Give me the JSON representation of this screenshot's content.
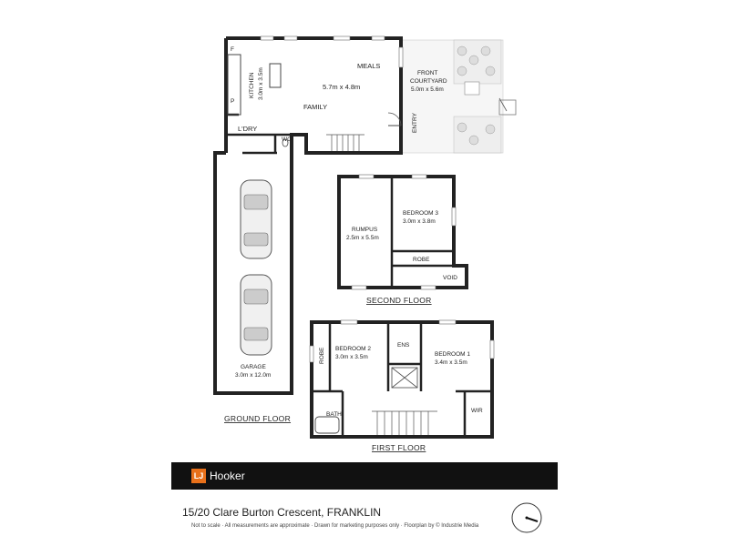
{
  "rooms": {
    "kitchen": {
      "name": "KITCHEN",
      "size": "3.0m x 3.5m"
    },
    "family_meals": {
      "meals": "MEALS",
      "size": "5.7m x 4.8m",
      "family": "FAMILY"
    },
    "front_courtyard": {
      "name_line1": "FRONT",
      "name_line2": "COURTYARD",
      "size": "5.0m x 5.6m"
    },
    "entry": "ENTRY",
    "laundry": "L'DRY",
    "wc": "WC",
    "fridge": "F",
    "pantry": "P",
    "garage": {
      "name": "GARAGE",
      "size": "3.0m x 12.0m"
    },
    "rumpus": {
      "name": "RUMPUS",
      "size": "2.5m x 5.5m"
    },
    "bedroom3": {
      "name": "BEDROOM 3",
      "size": "3.0m x 3.8m"
    },
    "robe_second": "ROBE",
    "void": "VOID",
    "bedroom2": {
      "name": "BEDROOM 2",
      "size": "3.0m x 3.5m"
    },
    "robe_first": "ROBE",
    "ensuite": "ENS",
    "bedroom1": {
      "name": "BEDROOM 1",
      "size": "3.4m x 3.5m"
    },
    "wir": "WIR",
    "bath": "BATH"
  },
  "floors": {
    "ground": "GROUND FLOOR",
    "second": "SECOND FLOOR",
    "first": "FIRST FLOOR"
  },
  "brand": {
    "logo_text": "LJ",
    "name": "Hooker",
    "logo_color": "#e8701a",
    "bar_color": "#111111"
  },
  "address": "15/20 Clare Burton Crescent, FRANKLIN",
  "disclaimer": "Not to scale  ·  All measurements are approximate  ·  Drawn for marketing purposes only  ·  Floorplan by © Industrie Media"
}
